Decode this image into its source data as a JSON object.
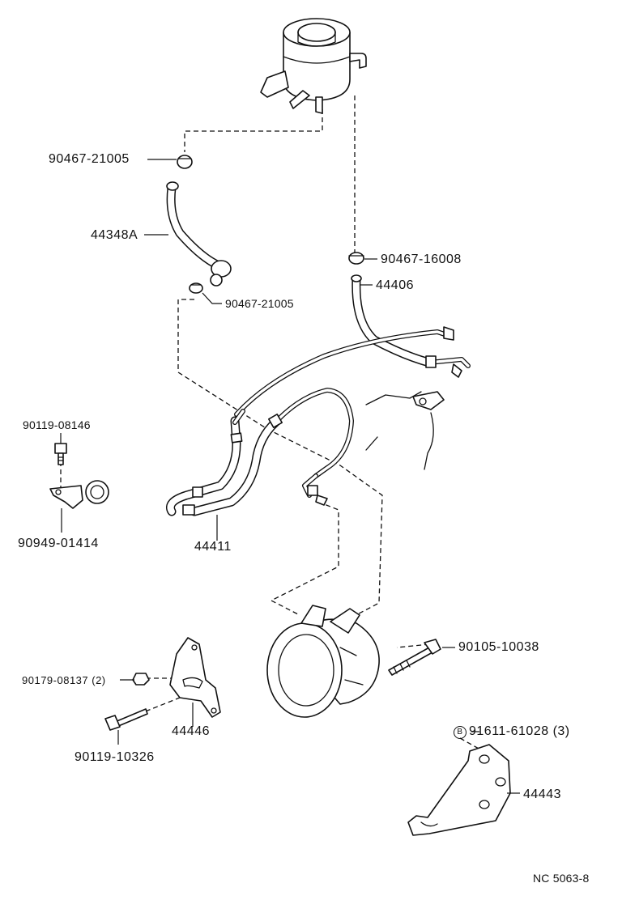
{
  "parts": {
    "clamp_upper": "90467-21005",
    "hose_44348a": "44348A",
    "clamp_lower": "90467-21005",
    "clamp_return": "90467-16008",
    "hose_44406": "44406",
    "bolt_90119_08146": "90119-08146",
    "bracket_90949": "90949-01414",
    "tube_44411": "44411",
    "bolt_90105": "90105-10038",
    "nut_90179": "90179-08137 (2)",
    "bracket_44446": "44446",
    "bolt_90119_10326": "90119-10326",
    "bolt_91611": "91611-61028 (3)",
    "bolt_91611_badge": "B",
    "bracket_44443": "44443"
  },
  "footer": {
    "code": "NC  5063-8"
  }
}
